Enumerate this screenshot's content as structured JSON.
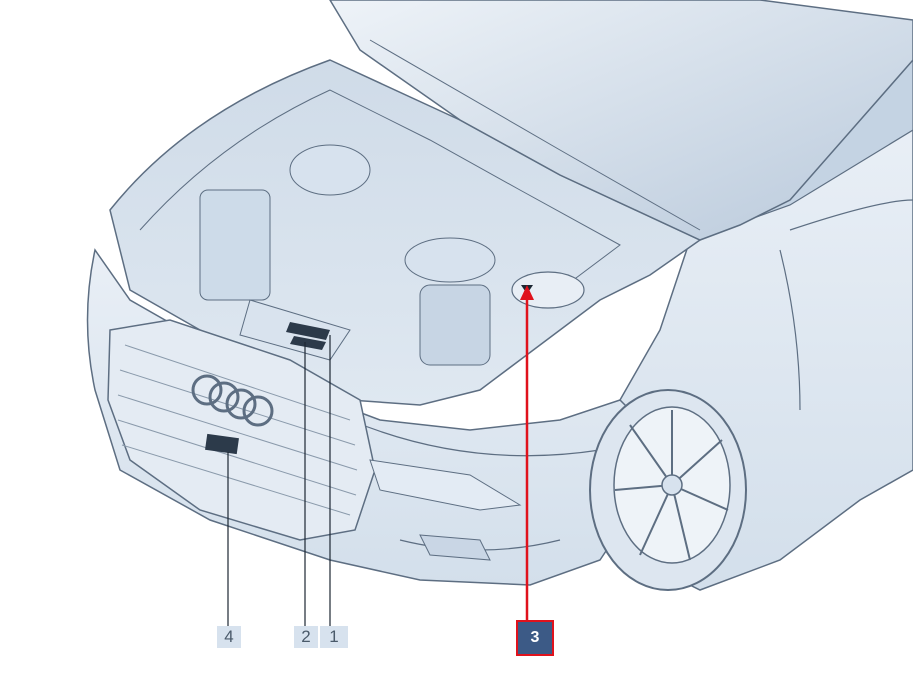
{
  "callouts": {
    "item_1": "1",
    "item_2": "2",
    "item_3": "3",
    "item_4": "4"
  },
  "highlighted_callout": "3",
  "colors": {
    "highlight": "#e0121c",
    "active_badge": "#3c5a86",
    "badge": "#d7e2ee",
    "car_body": "#e3ebf4",
    "outline": "#5d6e82"
  }
}
